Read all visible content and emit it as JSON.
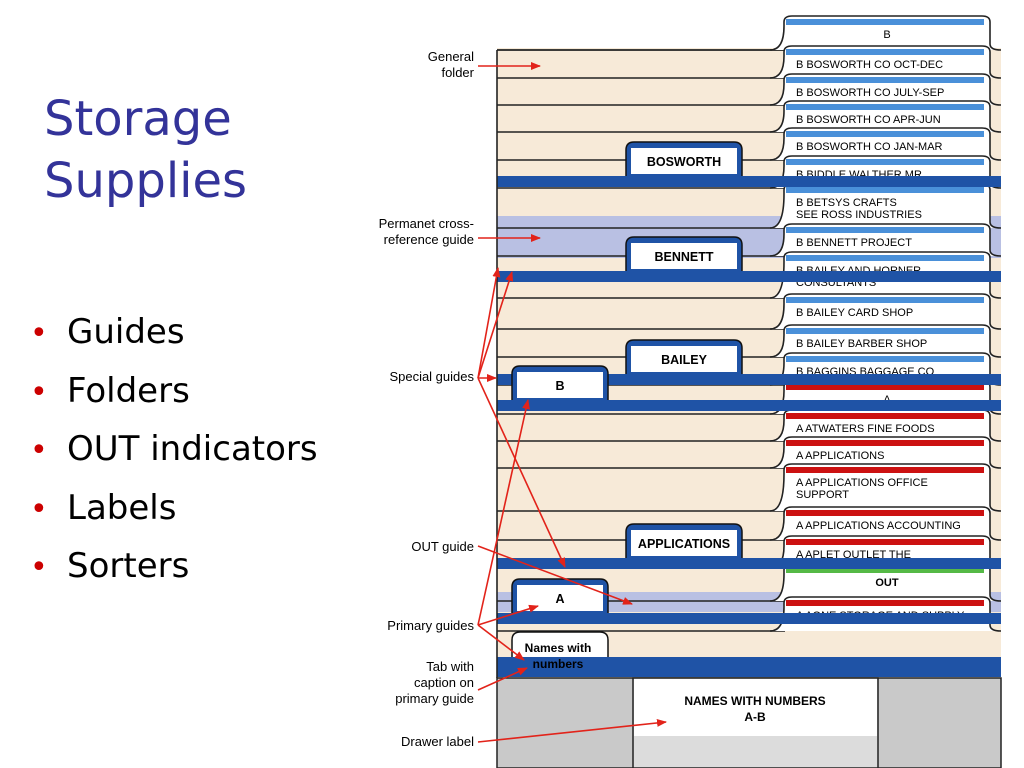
{
  "slide": {
    "title_line1": "Storage",
    "title_line2": "Supplies",
    "bullets": [
      "Guides",
      "Folders",
      "OUT indicators",
      "Labels",
      "Sorters"
    ]
  },
  "diagram": {
    "callouts": {
      "general_folder": [
        "General",
        "folder"
      ],
      "cross_reference": [
        "Permanet cross-",
        "reference guide"
      ],
      "special_guides": [
        "Special guides"
      ],
      "out_guide": [
        "OUT guide"
      ],
      "primary_guides": [
        "Primary guides"
      ],
      "tab_caption": [
        "Tab with",
        "caption on",
        "primary guide"
      ],
      "drawer_label": [
        "Drawer label"
      ]
    },
    "folder_tabs": [
      {
        "lines": [
          "B"
        ],
        "color": "blue",
        "center": true
      },
      {
        "lines": [
          "B BOSWORTH CO OCT-DEC"
        ],
        "color": "blue"
      },
      {
        "lines": [
          "B BOSWORTH CO JULY-SEP"
        ],
        "color": "blue"
      },
      {
        "lines": [
          "B BOSWORTH CO APR-JUN"
        ],
        "color": "blue"
      },
      {
        "lines": [
          "B BOSWORTH CO JAN-MAR"
        ],
        "color": "blue"
      },
      {
        "lines": [
          "B BIDDLE WALTHER MR"
        ],
        "color": "blue"
      },
      {
        "lines": [
          "B BETSYS CRAFTS",
          "   SEE ROSS INDUSTRIES"
        ],
        "color": "blue"
      },
      {
        "lines": [
          "B BENNETT PROJECT"
        ],
        "color": "blue"
      },
      {
        "lines": [
          "B BAILEY AND HORNER",
          "   CONSULTANTS"
        ],
        "color": "blue"
      },
      {
        "lines": [
          "B BAILEY CARD SHOP"
        ],
        "color": "blue"
      },
      {
        "lines": [
          "B BAILEY BARBER SHOP"
        ],
        "color": "blue"
      },
      {
        "lines": [
          "B BAGGINS BAGGAGE CO"
        ],
        "color": "blue"
      },
      {
        "lines": [
          "A"
        ],
        "color": "red",
        "center": true
      },
      {
        "lines": [
          "A ATWATERS FINE FOODS"
        ],
        "color": "red"
      },
      {
        "lines": [
          "A APPLICATIONS"
        ],
        "color": "red"
      },
      {
        "lines": [
          "A APPLICATIONS OFFICE",
          "SUPPORT"
        ],
        "color": "red"
      },
      {
        "lines": [
          "A APPLICATIONS ACCOUNTING"
        ],
        "color": "red"
      },
      {
        "lines": [
          "A APLET OUTLET THE"
        ],
        "color": "red"
      },
      {
        "lines": [
          "OUT"
        ],
        "color": "green",
        "center": true,
        "bold": true
      },
      {
        "lines": [
          "A AONE STORAGE AND SUPPLY"
        ],
        "color": "red"
      }
    ],
    "guide_tabs": {
      "bosworth": "BOSWORTH",
      "bennett": "BENNETT",
      "bailey": "BAILEY",
      "b": "B",
      "applications": "APPLICATIONS",
      "a": "A",
      "names_with_numbers": [
        "Names with",
        "numbers"
      ]
    },
    "drawer_label": [
      "NAMES WITH NUMBERS",
      "A-B"
    ],
    "colors": {
      "folder": "#f7ead8",
      "cross_reference": "#b9c0e3",
      "guide_blue": "#1f53a6",
      "tab_blue": "#4a90d9",
      "tab_red": "#cc1111",
      "tab_green": "#55b946",
      "arrow_red": "#e2231a",
      "drawer_gray": "#c9c9c9"
    }
  }
}
